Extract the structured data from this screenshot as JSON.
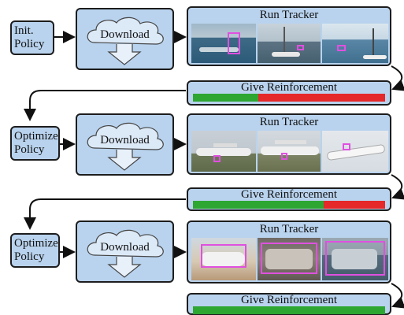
{
  "labels": {
    "init_policy": [
      "Init.",
      "Policy"
    ],
    "optimize_policy": [
      "Optimize",
      "Policy"
    ],
    "download": "Download",
    "run_tracker": "Run Tracker",
    "give_reinforcement": "Give Reinforcement"
  },
  "rounds": [
    {
      "policy": "init_policy",
      "reinforcement_positive_fraction": 0.33,
      "scenes": [
        "speedboat-on-sea",
        "sailboat-harbor",
        "sailboat-open-water"
      ]
    },
    {
      "policy": "optimize_policy",
      "reinforcement_positive_fraction": 0.67,
      "scenes": [
        "cargo-plane-runway",
        "cargo-plane-taxi",
        "cargo-plane-flight"
      ]
    },
    {
      "policy": "optimize_policy",
      "reinforcement_positive_fraction": 1.0,
      "scenes": [
        "speedboat-beach",
        "boat-dock",
        "military-boat"
      ]
    }
  ],
  "colors": {
    "box_fill": "#b9d3ee",
    "positive": "#2ea632",
    "negative": "#e5282a",
    "bounding_box": "#e050e0"
  }
}
